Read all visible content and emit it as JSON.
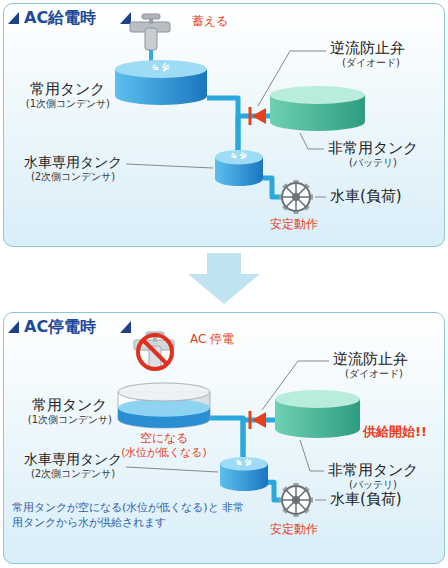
{
  "diagram": {
    "nodes": [
      {
        "text": [
          "AC給電時"
        ]
      },
      {
        "text": [
          "常用タンク",
          "(1次側コンデンサ)"
        ],
        "in": 0
      },
      {
        "text": [
          "非常用タンク",
          "(バッテリ)"
        ],
        "in": 0
      },
      {
        "text": [
          "水車専用タンク",
          "(2次側コンデンサ)"
        ],
        "in": 0
      },
      {
        "text": [
          "水車(負荷)"
        ],
        "in": 0
      },
      {
        "text": [
          "AC停電時"
        ]
      },
      {
        "text": [
          "常用タンク",
          "(1次側コンデンサ)"
        ],
        "in": 5
      },
      {
        "text": [
          "非常用タンク",
          "(バッテリ)"
        ],
        "in": 5
      },
      {
        "text": [
          "水車専用タンク",
          "(2次側コンデンサ)"
        ],
        "in": 5
      },
      {
        "text": [
          "水車(負荷)"
        ],
        "in": 5
      }
    ],
    "edges": [
      {
        "from": 1,
        "to": 3,
        "arrow": "none"
      },
      {
        "from": 2,
        "to": 3,
        "arrow": "none"
      },
      {
        "from": 3,
        "to": 4,
        "arrow": "none"
      },
      {
        "from": 6,
        "to": 8,
        "arrow": "none"
      },
      {
        "from": 7,
        "to": 8,
        "arrow": "none"
      },
      {
        "from": 8,
        "to": 9,
        "arrow": "none"
      }
    ],
    "labels": [
      "蓄える",
      "逆流防止弁",
      "(ダイオード)",
      "安定動作",
      "AC 停電",
      "逆流防止弁",
      "(ダイオード)",
      "空になる",
      "(水位が低くなる)",
      "供給開始!!",
      "常用タンクが空になる(水位が低くなる)と 非常用タンクから水が供給されます",
      "安定動作"
    ]
  }
}
